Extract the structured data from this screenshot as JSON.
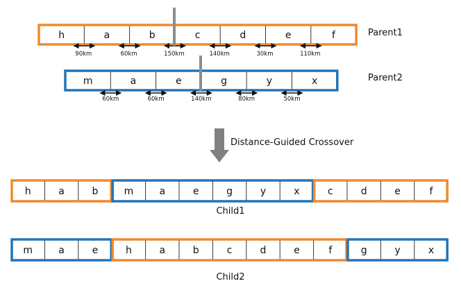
{
  "colors": {
    "orange": "#ee8a2e",
    "blue": "#2474b5",
    "arrow": "#808080",
    "cut": "#8c8c8c"
  },
  "parent1": {
    "label": "Parent1",
    "genes": [
      "h",
      "a",
      "b",
      "c",
      "d",
      "e",
      "f"
    ],
    "distances": [
      "90km",
      "60km",
      "150km",
      "140km",
      "30km",
      "110km"
    ]
  },
  "parent2": {
    "label": "Parent2",
    "genes": [
      "m",
      "a",
      "e",
      "g",
      "y",
      "x"
    ],
    "distances": [
      "60km",
      "60km",
      "140km",
      "80km",
      "50km"
    ]
  },
  "operation": {
    "label": "Distance-Guided Crossover"
  },
  "child1": {
    "label": "Child1",
    "segments": [
      {
        "color": "orange",
        "genes": [
          "h",
          "a",
          "b"
        ]
      },
      {
        "color": "blue",
        "genes": [
          "m",
          "a",
          "e",
          "g",
          "y",
          "x"
        ]
      },
      {
        "color": "orange",
        "genes": [
          "c",
          "d",
          "e",
          "f"
        ]
      }
    ]
  },
  "child2": {
    "label": "Child2",
    "segments": [
      {
        "color": "blue",
        "genes": [
          "m",
          "a",
          "e"
        ]
      },
      {
        "color": "orange",
        "genes": [
          "h",
          "a",
          "b",
          "c",
          "d",
          "e",
          "f"
        ]
      },
      {
        "color": "blue",
        "genes": [
          "g",
          "y",
          "x"
        ]
      }
    ]
  }
}
